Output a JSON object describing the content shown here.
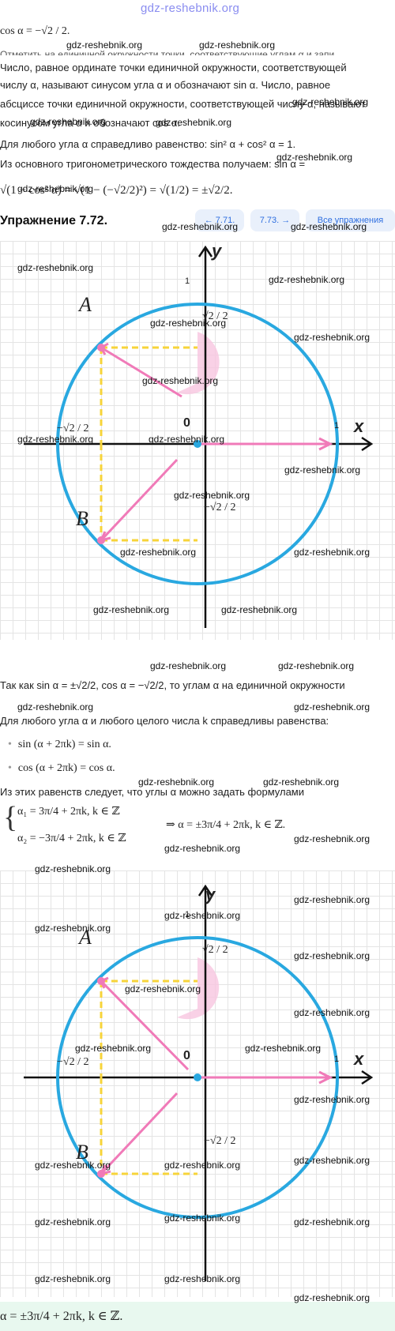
{
  "site_title": "gdz-reshebnik.org",
  "watermark": "gdz-reshebnik.org",
  "text": {
    "l1": "cos α = −√2 / 2.",
    "l2": "Отметить на единичной окружности точки, соответствующие углам α и запи",
    "l3": "Число, равное ординате точки единичной окружности, соответствующей",
    "l4": "числу α, называют синусом угла α и обозначают sin α. Число, равное",
    "l5": "абсциссе точки единичной окружности, соответствующей числу α, называют",
    "l6": "косинусом угла α и обозначают cos α.",
    "l7": "Для любого угла α справедливо равенство: sin² α + cos² α = 1.",
    "l8": "Из основного тригонометрического тождества получаем: sin α =",
    "l9": "√(1 − cos² α) = √(1 − (−√2/2)²) = √(1/2) = ±√2/2."
  },
  "exercise": {
    "title": "Упражнение 7.72.",
    "prev_label": "← 7.71.",
    "next_label": "7.73. →",
    "all_label": "Все упражнения"
  },
  "graph": {
    "x_label": "x",
    "y_label": "y",
    "origin": "0",
    "one_x": "1",
    "one_y": "1",
    "point_a": "A",
    "point_b": "B",
    "sqrt2_over_2": "√2 / 2",
    "minus_sqrt2_over_2": "−√2 / 2",
    "colors": {
      "circle": "#29a8e0",
      "vector": "#f07ab8",
      "dash": "#f7d43a",
      "sector": "#f8c6e0"
    }
  },
  "text2": {
    "m1": "Так как sin α = ±√2/2, cos α = −√2/2, то углам α на единичной окружности",
    "m2": "Для любого угла α и любого целого числа k справедливы равенства:",
    "m3": "sin (α + 2πk) = sin α.",
    "m4": "cos (α + 2πk) = cos α.",
    "m5": "Из этих равенств следует, что углы α можно задать формулами",
    "m6": "α₁ = 3π/4 + 2πk, k ∈ ℤ",
    "m7": "α₂ = −3π/4 + 2πk, k ∈ ℤ",
    "m8": "⇒ α = ±3π/4 + 2πk, k ∈ ℤ."
  },
  "answer": "α = ±3π/4 + 2πk, k ∈ ℤ."
}
